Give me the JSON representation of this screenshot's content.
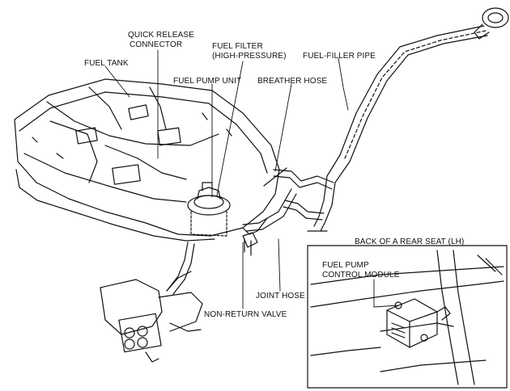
{
  "labels": {
    "quick_release_connector_1": "QUICK RELEASE",
    "quick_release_connector_2": "CONNECTOR",
    "fuel_filter_1": "FUEL FILTER",
    "fuel_filter_2": "(HIGH-PRESSURE)",
    "fuel_tank": "FUEL TANK",
    "fuel_filler_pipe": "FUEL-FILLER PIPE",
    "fuel_pump_unit": "FUEL PUMP UNIT",
    "breather_hose": "BREATHER HOSE",
    "joint_hose": "JOINT HOSE",
    "non_return_valve": "NON-RETURN VALVE"
  },
  "inset": {
    "title": "BACK OF A REAR SEAT (LH)",
    "module_label_1": "FUEL PUMP",
    "module_label_2": "CONTROL MODULE"
  }
}
